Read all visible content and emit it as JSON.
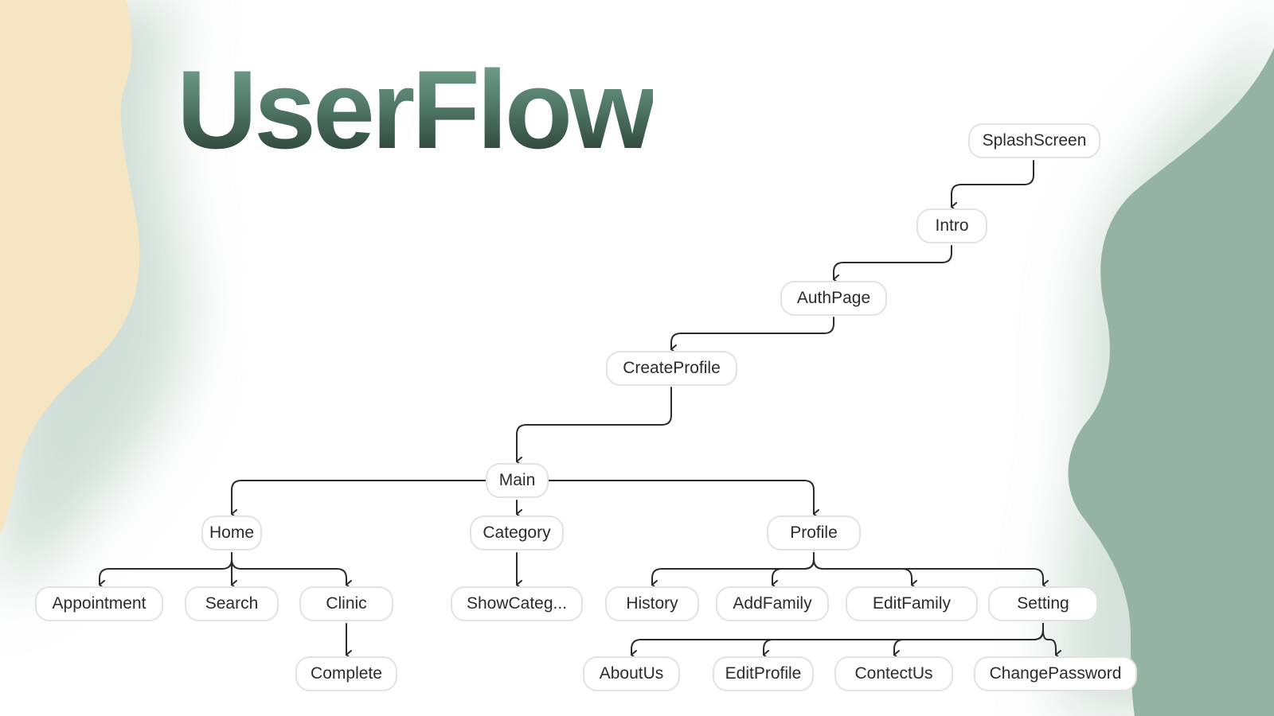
{
  "title": "UserFlow",
  "colors": {
    "sand_blob": "#f5e5c3",
    "sage_blob": "#95b3a2",
    "title_gradient": [
      "#77a593",
      "#4e7563",
      "#263a30"
    ],
    "node_border": "#e2e2e2",
    "connector": "#2b2b2b"
  },
  "nodes": {
    "splash_screen": "SplashScreen",
    "intro": "Intro",
    "auth_page": "AuthPage",
    "create_profile": "CreateProfile",
    "main": "Main",
    "home": "Home",
    "category": "Category",
    "profile": "Profile",
    "appointment": "Appointment",
    "search": "Search",
    "clinic": "Clinic",
    "complete": "Complete",
    "show_category": "ShowCateg...",
    "history": "History",
    "add_family": "AddFamily",
    "edit_family": "EditFamily",
    "setting": "Setting",
    "about_us": "AboutUs",
    "edit_profile": "EditProfile",
    "contect_us": "ContectUs",
    "change_password": "ChangePassword"
  },
  "edges": [
    [
      "splash_screen",
      "intro"
    ],
    [
      "intro",
      "auth_page"
    ],
    [
      "auth_page",
      "create_profile"
    ],
    [
      "create_profile",
      "main"
    ],
    [
      "main",
      "home"
    ],
    [
      "main",
      "category"
    ],
    [
      "main",
      "profile"
    ],
    [
      "home",
      "appointment"
    ],
    [
      "home",
      "search"
    ],
    [
      "home",
      "clinic"
    ],
    [
      "clinic",
      "complete"
    ],
    [
      "category",
      "show_category"
    ],
    [
      "profile",
      "history"
    ],
    [
      "profile",
      "add_family"
    ],
    [
      "profile",
      "edit_family"
    ],
    [
      "profile",
      "setting"
    ],
    [
      "setting",
      "about_us"
    ],
    [
      "setting",
      "edit_profile"
    ],
    [
      "setting",
      "contect_us"
    ],
    [
      "setting",
      "change_password"
    ]
  ]
}
